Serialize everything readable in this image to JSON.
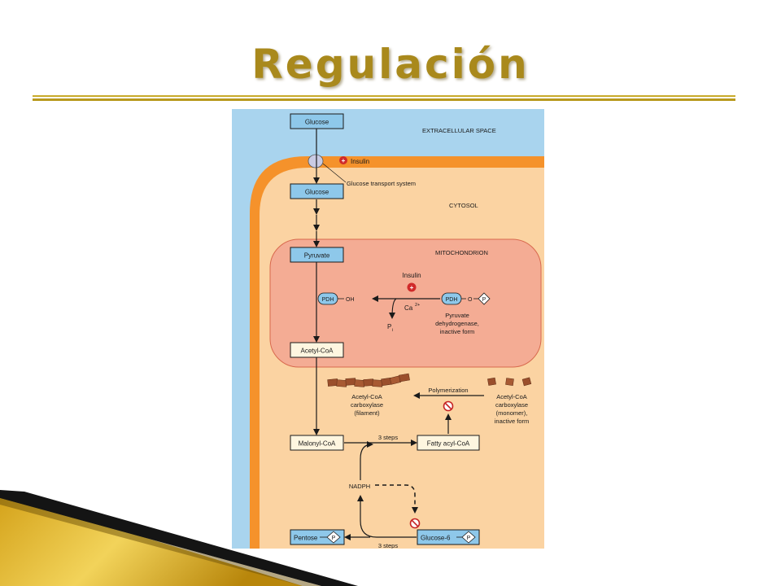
{
  "slide": {
    "title": "Regulación"
  },
  "diagram": {
    "regions": {
      "extracellular": "EXTRACELLULAR SPACE",
      "cytosol": "CYTOSOL",
      "mitochondrion": "MITOCHONDRION"
    },
    "nodes": {
      "glucose_out": "Glucose",
      "glucose_in": "Glucose",
      "pyruvate": "Pyruvate",
      "acetyl_coa": "Acetyl-CoA",
      "malonyl_coa": "Malonyl-CoA",
      "fatty_acyl_coa": "Fatty acyl-CoA",
      "pentose": "Pentose",
      "glucose6": "Glucose-6"
    },
    "labels": {
      "insulin_top": "Insulin",
      "transport": "Glucose transport system",
      "insulin_mito": "Insulin",
      "pdh": "PDH",
      "oh": "OH",
      "o": "O",
      "phosphate": "P",
      "calcium": "Ca",
      "calcium_sup": "2+",
      "pi": "P",
      "pi_sub": "i",
      "pdh_inactive_1": "Pyruvate",
      "pdh_inactive_2": "dehydrogenase,",
      "pdh_inactive_3": "inactive form",
      "polymerization": "Polymerization",
      "acc_filament_1": "Acetyl-CoA",
      "acc_filament_2": "carboxylase",
      "acc_filament_3": "(filament)",
      "acc_monomer_1": "Acetyl-CoA",
      "acc_monomer_2": "carboxylase",
      "acc_monomer_3": "(monomer),",
      "acc_monomer_4": "inactive form",
      "steps_top": "3 steps",
      "steps_bottom": "3 steps",
      "nadph": "NADPH"
    },
    "colors": {
      "extracellular": "#a9d4ee",
      "membrane": "#f5922b",
      "cytosol": "#fbd3a2",
      "mitochondrion": "#f4ac94",
      "node_blue": "#8ec8ea",
      "node_cream": "#fef6e0",
      "text": "#1a1a1a",
      "title": "#a9891c"
    }
  }
}
